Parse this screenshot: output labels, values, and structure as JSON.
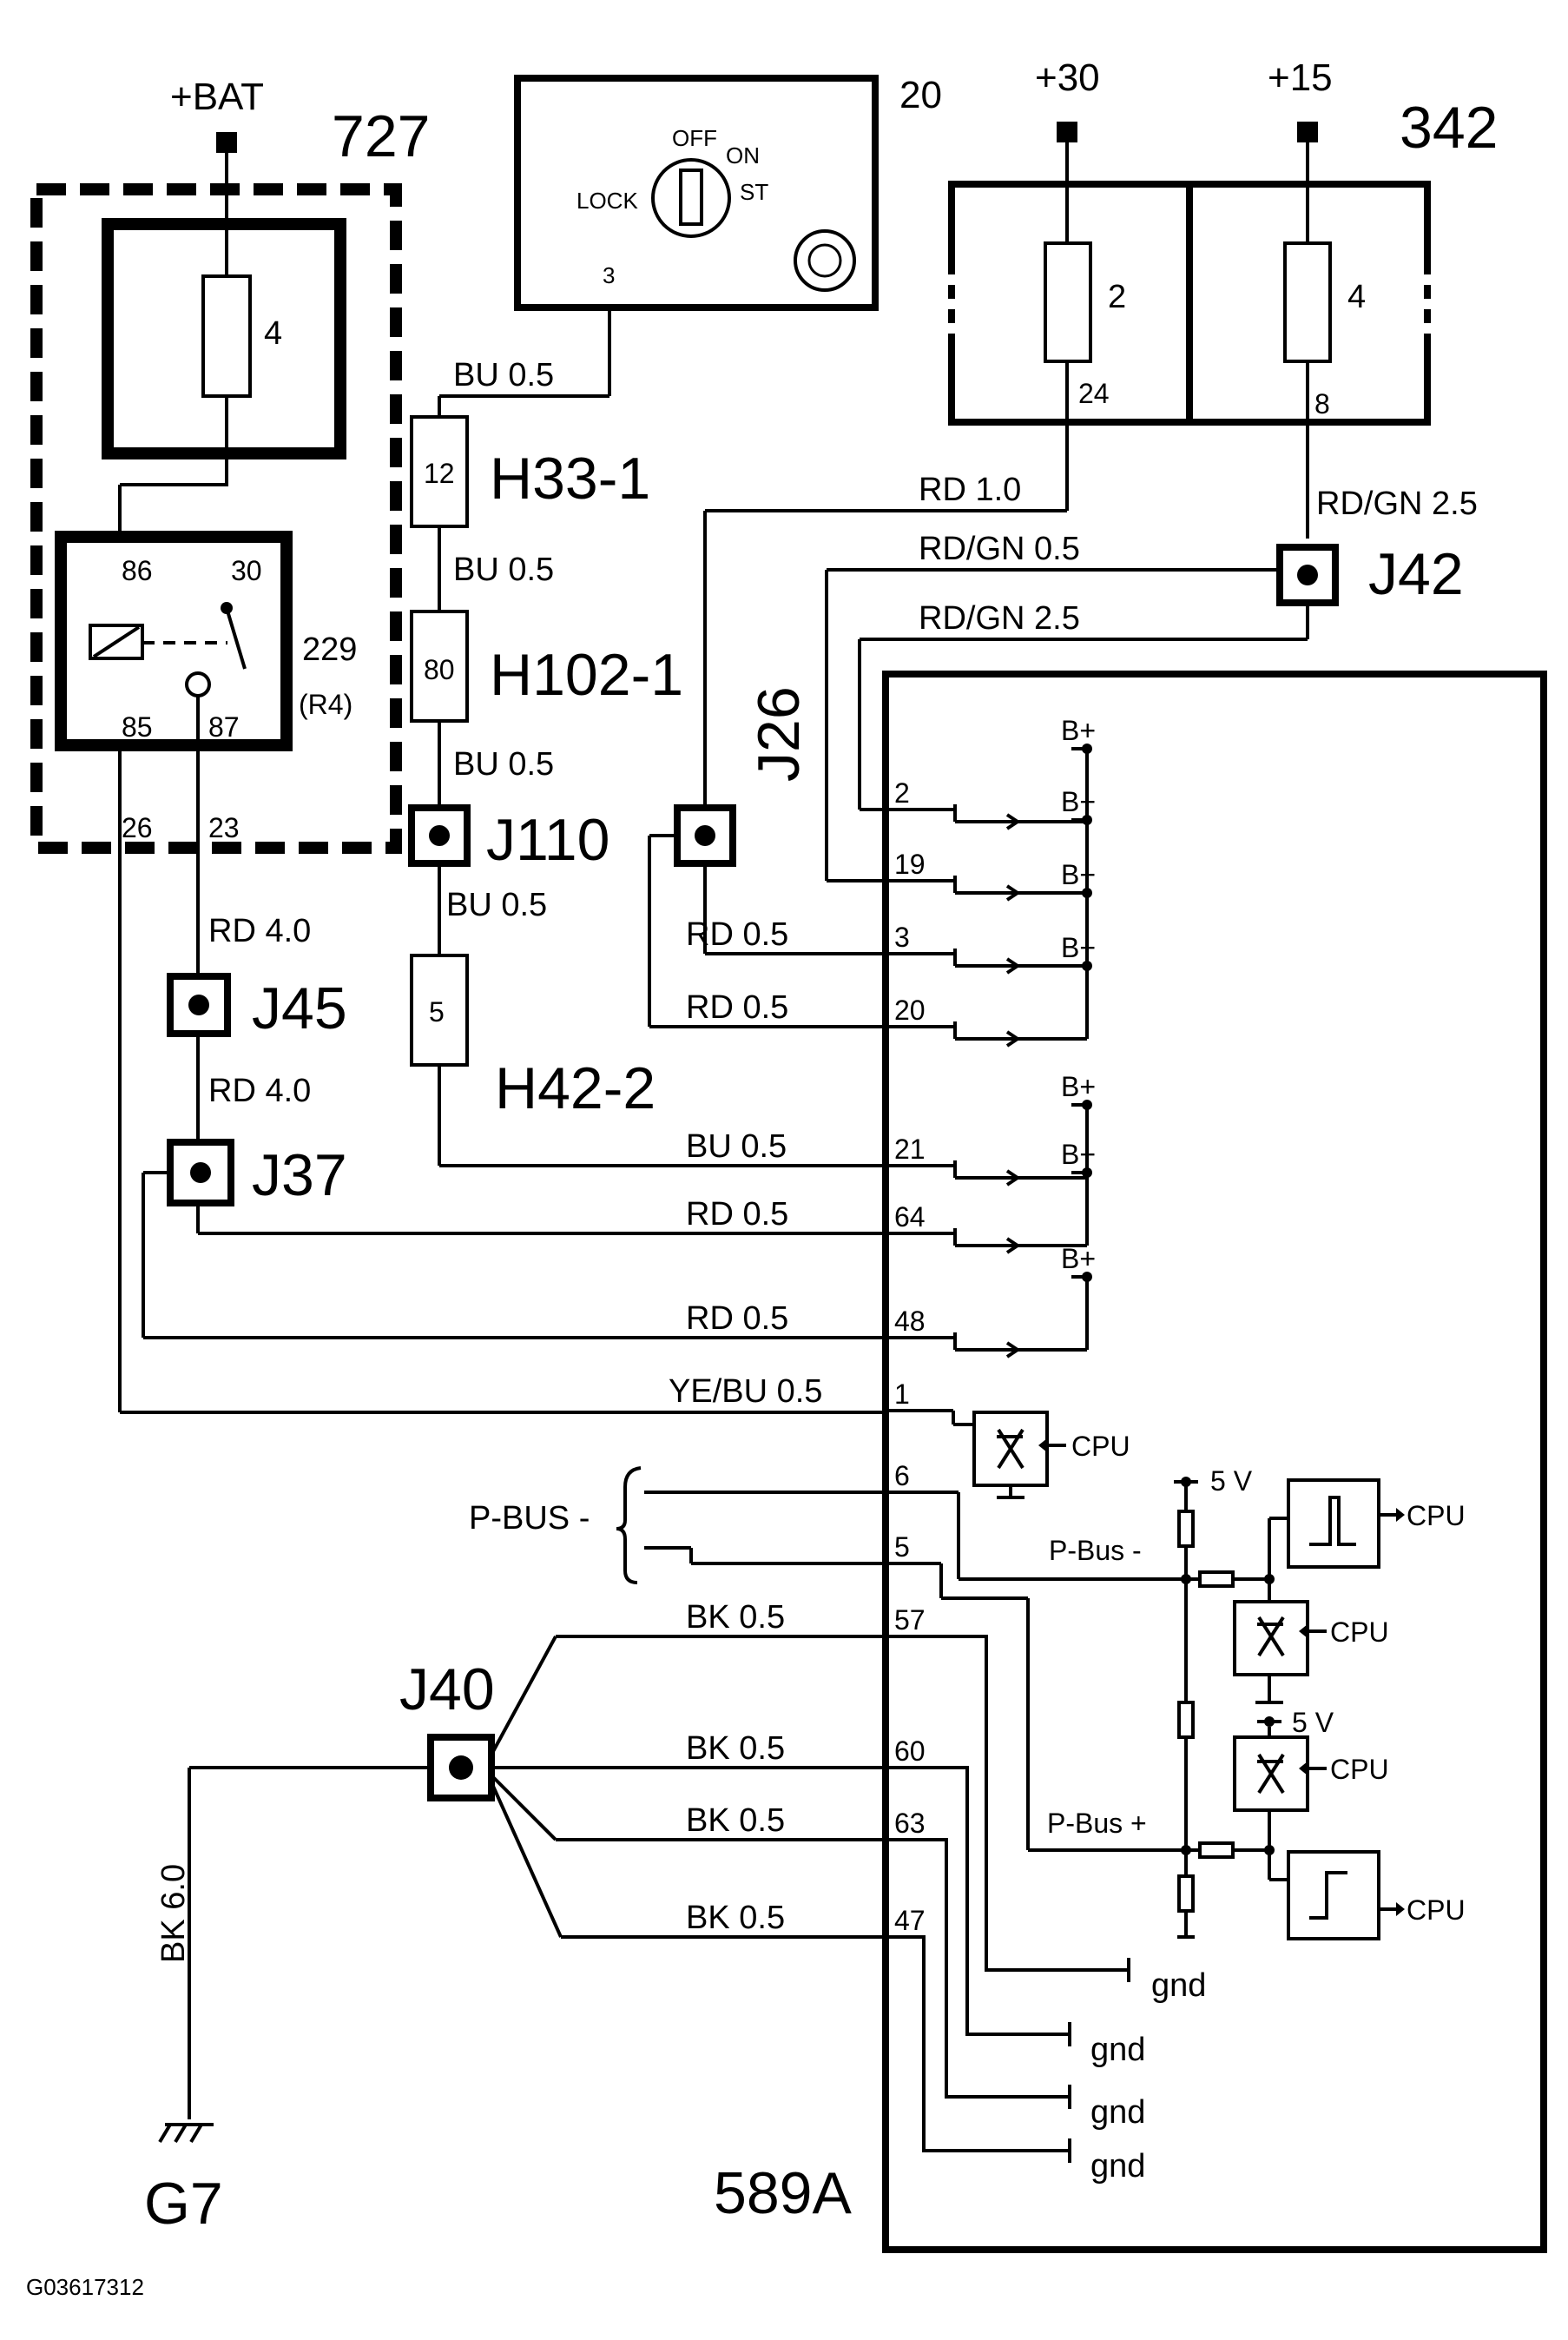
{
  "supplies": {
    "bat": "+BAT",
    "t30": "+30",
    "t15": "+15"
  },
  "components": {
    "c727": "727",
    "c20": "20",
    "c342": "342",
    "c229": "229",
    "c229_sub": "(R4)",
    "c589a": "589A",
    "g7": "G7"
  },
  "fuses": {
    "f727": "4",
    "f342a": "2",
    "f342b": "4"
  },
  "fuse_pins": {
    "f342a_pin": "24",
    "f342b_pin": "8"
  },
  "relay_pins": {
    "p86": "86",
    "p30": "30",
    "p85": "85",
    "p87": "87",
    "p26": "26",
    "p23": "23"
  },
  "ignition": {
    "lock": "LOCK",
    "off": "OFF",
    "on": "ON",
    "st": "ST",
    "pin": "3"
  },
  "connectors": {
    "h33": {
      "label": "H33-1",
      "pin": "12"
    },
    "h102": {
      "label": "H102-1",
      "pin": "80"
    },
    "h42": {
      "label": "H42-2",
      "pin": "5"
    }
  },
  "junctions": {
    "j110": "J110",
    "j26": "J26",
    "j42": "J42",
    "j45": "J45",
    "j37": "J37",
    "j40": "J40"
  },
  "wires": {
    "bu05_a": "BU  0.5",
    "bu05_b": "BU  0.5",
    "bu05_c": "BU  0.5",
    "bu05_d": "BU    0.5",
    "rd10": "RD  1.0",
    "rdgn25_top": "RD/GN  2.5",
    "rdgn05": "RD/GN  0.5",
    "rdgn25": "RD/GN  2.5",
    "rd40_a": "RD  4.0",
    "rd40_b": "RD    4.0",
    "bk60": "BK  6.0"
  },
  "pin_rows": [
    {
      "pin": "2",
      "wire": ""
    },
    {
      "pin": "19",
      "wire": ""
    },
    {
      "pin": "3",
      "wire": "RD  0.5"
    },
    {
      "pin": "20",
      "wire": "RD   0.5"
    },
    {
      "pin": "21",
      "wire": "BU    0.5"
    },
    {
      "pin": "64",
      "wire": "RD    0.5"
    },
    {
      "pin": "48",
      "wire": "RD    0.5"
    },
    {
      "pin": "1",
      "wire": "YE/BU   0.5"
    },
    {
      "pin": "6",
      "wire": ""
    },
    {
      "pin": "5",
      "wire": ""
    },
    {
      "pin": "57",
      "wire": "BK    0.5"
    },
    {
      "pin": "60",
      "wire": "BK    0.5"
    },
    {
      "pin": "63",
      "wire": "BK     0.5"
    },
    {
      "pin": "47",
      "wire": "BK    0.5"
    }
  ],
  "module": {
    "bplus": "B+",
    "cpu": "CPU",
    "v5": "5 V",
    "pbus_minus": "P-Bus -",
    "pbus_plus": "P-Bus +",
    "gnd": "gnd",
    "pbus_label": "P-BUS -"
  },
  "code": "G03617312"
}
